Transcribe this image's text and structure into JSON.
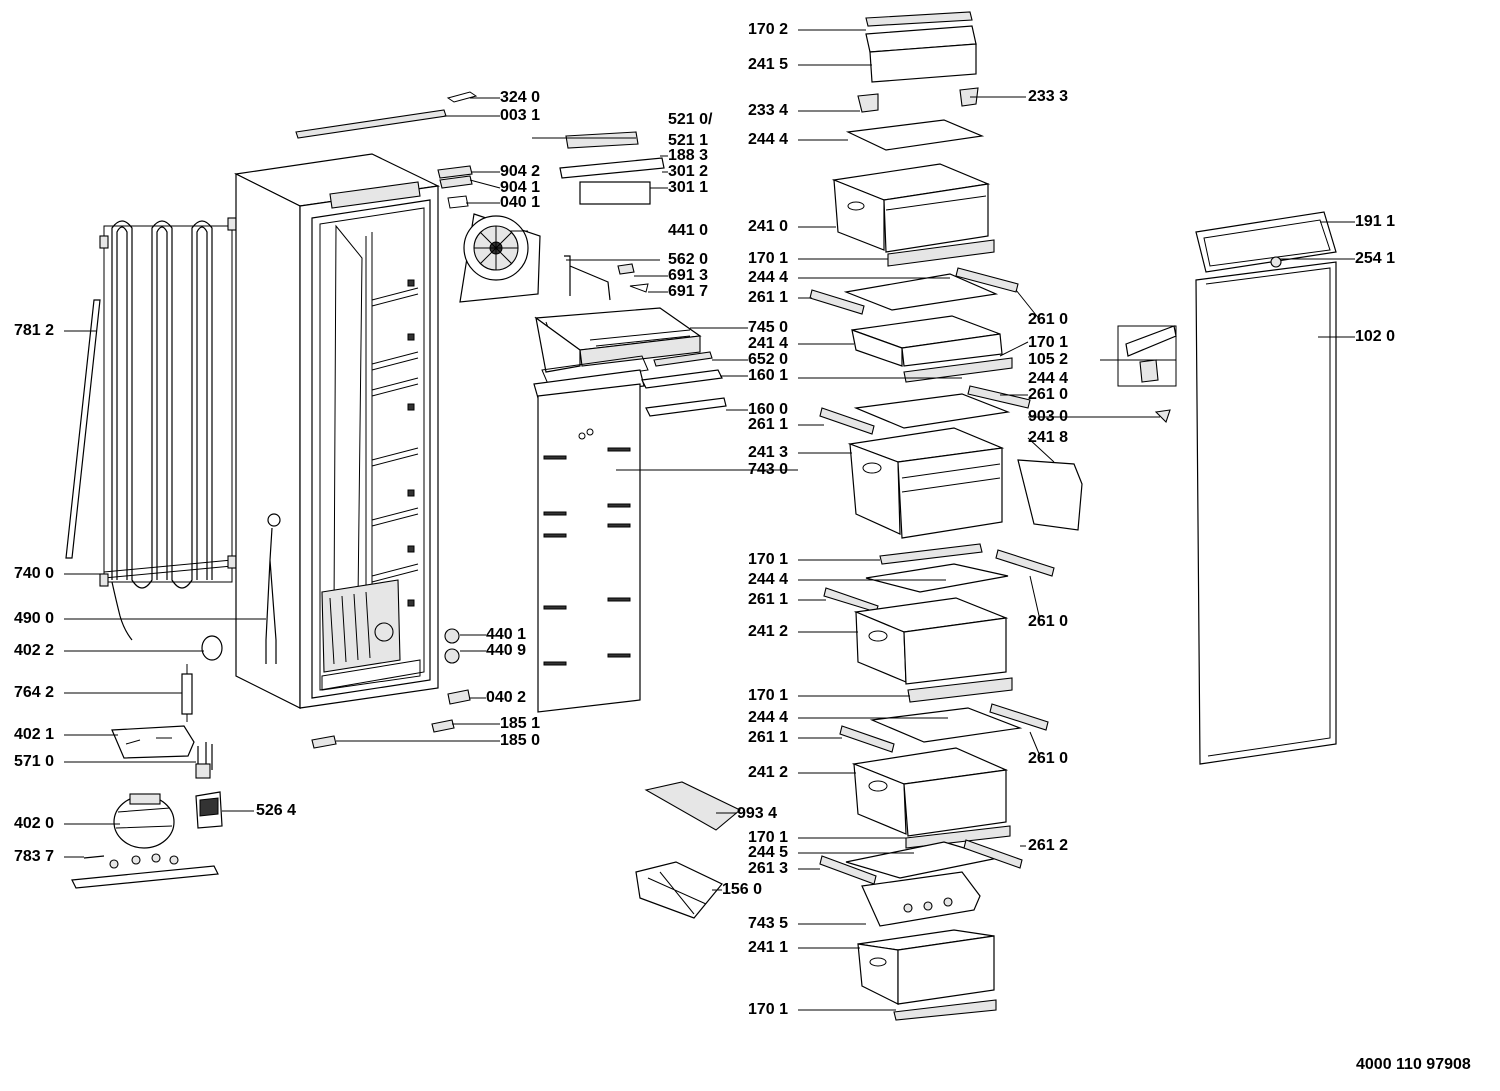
{
  "drawing_ref": "4000 110 97908",
  "labels": [
    "170 2",
    "241 5",
    "233 4",
    "233 3",
    "244 4",
    "241 0",
    "170 1",
    "244 4",
    "261 1",
    "261 0",
    "241 4",
    "170 1",
    "244 4",
    "261 0",
    "261 1",
    "903 0",
    "241 3",
    "241 8",
    "743 0",
    "170 1",
    "244 4",
    "261 1",
    "261 0",
    "241 2",
    "170 1",
    "244 4",
    "261 1",
    "261 0",
    "241 2",
    "993 4",
    "170 1",
    "244 5",
    "261 2",
    "261 3",
    "156 0",
    "743 5",
    "241 1",
    "170 1",
    "191 1",
    "254 1",
    "102 0",
    "105 2",
    "324 0",
    "003 1",
    "521 0/",
    "521 1",
    "188 3",
    "904 2",
    "301 2",
    "904 1",
    "301 1",
    "040 1",
    "441 0",
    "562 0",
    "691 3",
    "691 7",
    "745 0",
    "652 0",
    "160 1",
    "160 0",
    "781 2",
    "740 0",
    "490 0",
    "402 2",
    "764 2",
    "402 1",
    "571 0",
    "402 0",
    "526 4",
    "783 7",
    "440 1",
    "440 9",
    "040 2",
    "185 1",
    "185 0"
  ]
}
